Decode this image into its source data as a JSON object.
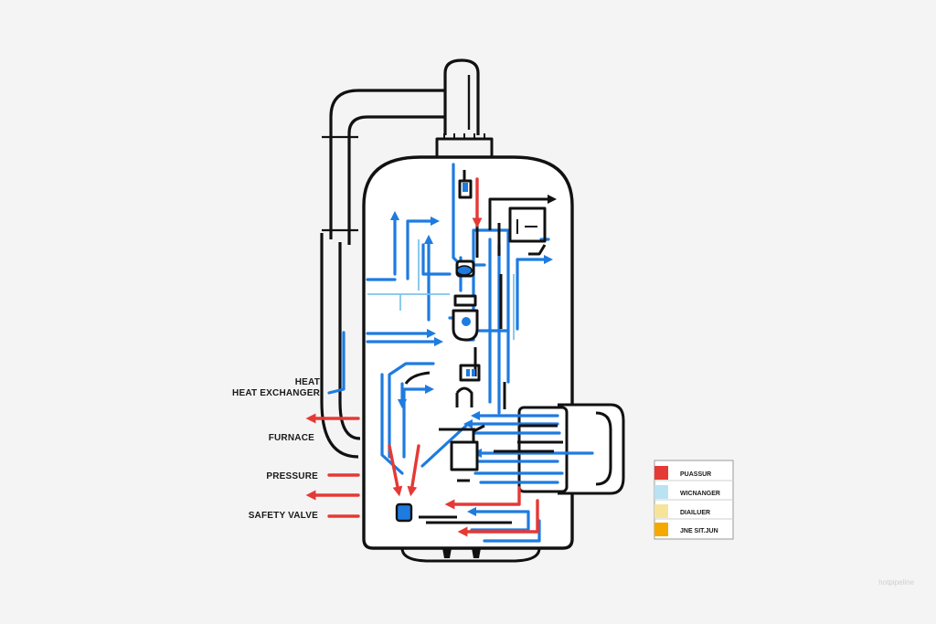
{
  "labels": {
    "heat": "HEAT",
    "heat_exchanger": "HEAT EXCHANGER",
    "furnace": "FURNACE",
    "pressure": "PRESSURE",
    "safety_valve": "SAFETY VALVE"
  },
  "legend": {
    "items": [
      {
        "label": "PUASSUR",
        "color": "#e53935"
      },
      {
        "label": "WICNANGER",
        "color": "#b9e3f2"
      },
      {
        "label": "DIAILUER",
        "color": "#f6e49a"
      },
      {
        "label": "JNE SIT.JUN",
        "color": "#f5a800"
      }
    ]
  },
  "watermark": "hotpipeline",
  "colors": {
    "outline": "#111111",
    "blue": "#1e7be0",
    "light_blue": "#7fc3ea",
    "red": "#e53935",
    "background": "#f4f4f4"
  }
}
